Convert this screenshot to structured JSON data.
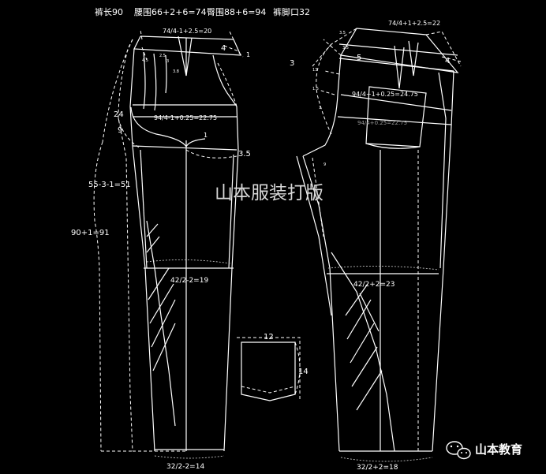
{
  "header": {
    "length": "裤长90",
    "waist": "腰围66+2+6=74",
    "hip": "臀围88+6=94",
    "hem": "裤脚口32"
  },
  "front": {
    "waist_formula": "74/4-1+2.5=20",
    "hip_formula": "94/4-1+0.25=22.75",
    "knee_formula": "42/2-2=19",
    "hem_formula": "32/2-2=14",
    "side_outer": "90+1=91",
    "side_inner": "55-3-1=51",
    "label_24": "24",
    "label_9": "9",
    "label_4": "4",
    "label_1a": "1",
    "label_1b": "1",
    "label_35": "3.5",
    "small_45": "4.5",
    "small_25": "2.5",
    "small_3": "3",
    "small_38": "3.8"
  },
  "back": {
    "waist_formula": "74/4+1+2.5=22",
    "hip_formula": "94/4+1+0.25=24.75",
    "hip_formula2": "94/4+0.25=22.75",
    "knee_formula": "42/2+2=23",
    "hem_formula": "32/2+2=18",
    "label_3": "3",
    "label_35": "3.5",
    "label_5": "5",
    "label_4": "4",
    "label_9": "9",
    "small_35": "3.5",
    "small_13": "13",
    "small_15": "1.5",
    "small_1": "1"
  },
  "pocket": {
    "width": "12",
    "height": "14"
  },
  "watermark": "山本服装打版",
  "brand": {
    "name": "山本教育"
  }
}
